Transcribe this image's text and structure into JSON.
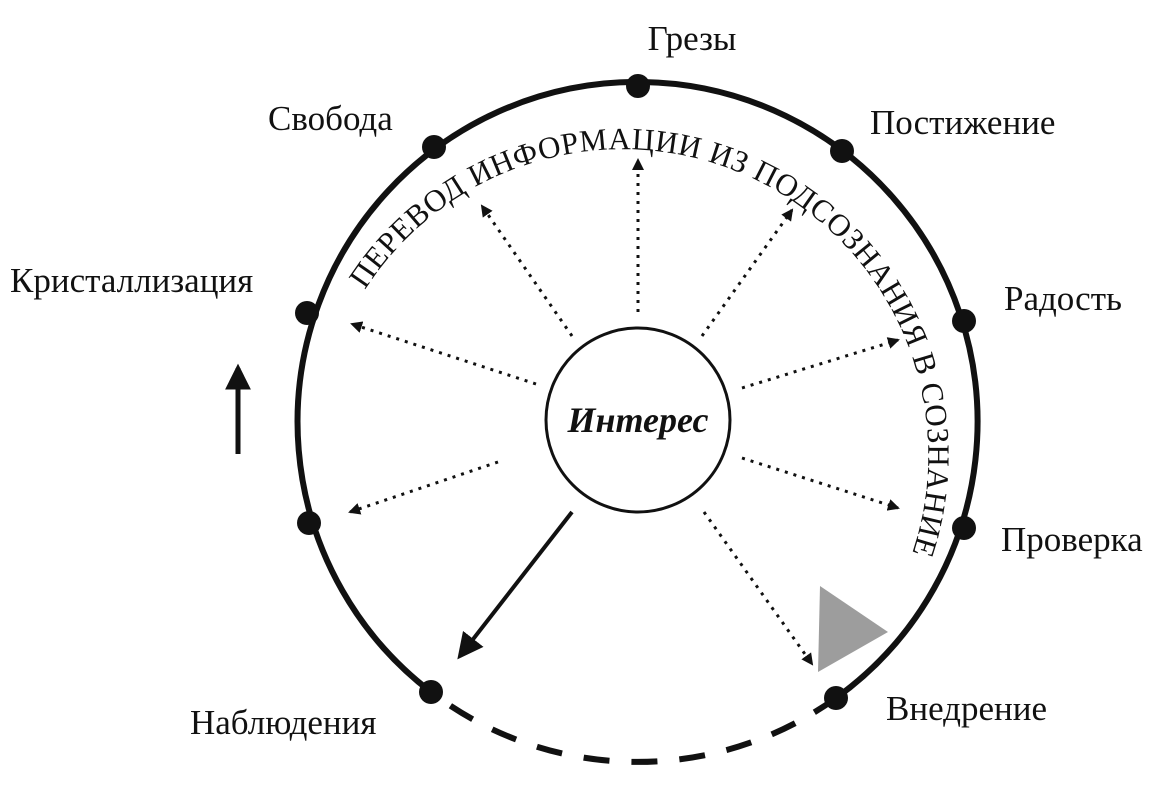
{
  "diagram": {
    "center_label": "Интерес",
    "arc_caption": "ПЕРЕВОД ИНФОРМАЦИИ ИЗ ПОДСОЗНАНИЯ В СОЗНАНИЕ",
    "stages": [
      {
        "id": "grezy",
        "label": "Грезы"
      },
      {
        "id": "postizhenie",
        "label": "Постижение"
      },
      {
        "id": "radost",
        "label": "Радость"
      },
      {
        "id": "proverka",
        "label": "Проверка"
      },
      {
        "id": "vnedrenie",
        "label": "Внедрение"
      },
      {
        "id": "nablyudeniya",
        "label": "Наблюдения"
      },
      {
        "id": "kristallizatsiya",
        "label": "Кристаллизация"
      },
      {
        "id": "svoboda",
        "label": "Свобода"
      }
    ],
    "colors": {
      "ink": "#111111",
      "background": "#ffffff"
    }
  }
}
